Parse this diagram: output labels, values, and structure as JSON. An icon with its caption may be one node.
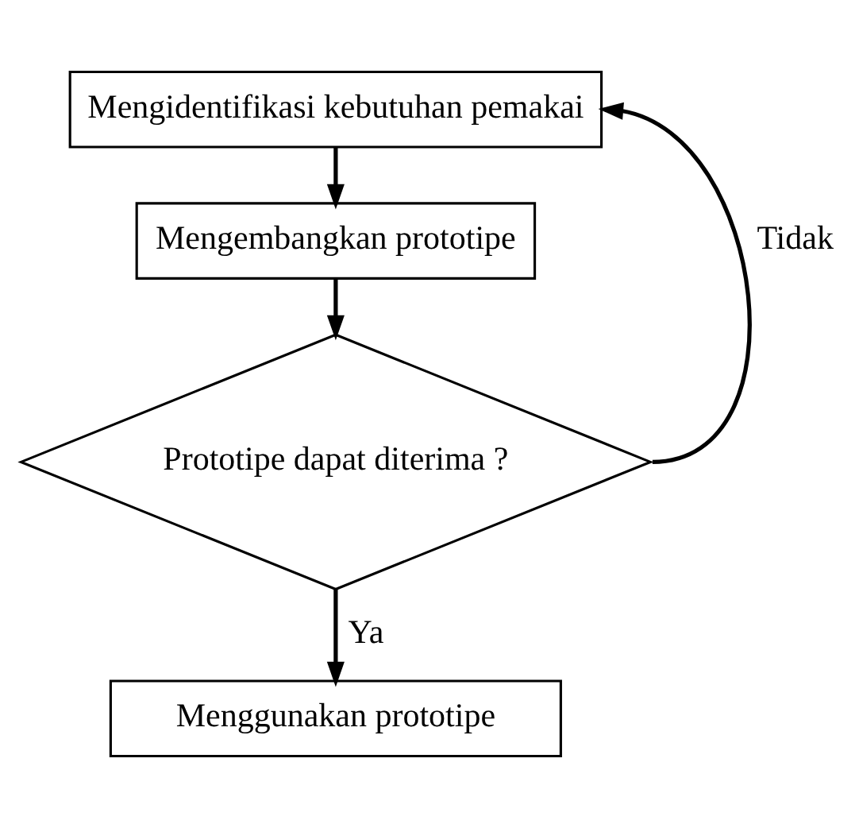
{
  "diagram": {
    "nodes": [
      {
        "text": [
          "Mengidentifikasi kebutuhan pemakai"
        ]
      },
      {
        "text": [
          "Mengembangkan prototipe"
        ]
      },
      {
        "text": [
          "Prototipe dapat diterima ?"
        ]
      },
      {
        "text": [
          "Menggunakan prototipe"
        ]
      }
    ],
    "edges": [
      {
        "from": 0,
        "to": 1,
        "arrow": "to"
      },
      {
        "from": 1,
        "to": 2,
        "arrow": "to"
      },
      {
        "from": 2,
        "to": 3,
        "arrow": "to",
        "label": "Ya"
      },
      {
        "from": 2,
        "to": 0,
        "arrow": "to",
        "label": "Tidak"
      }
    ]
  }
}
